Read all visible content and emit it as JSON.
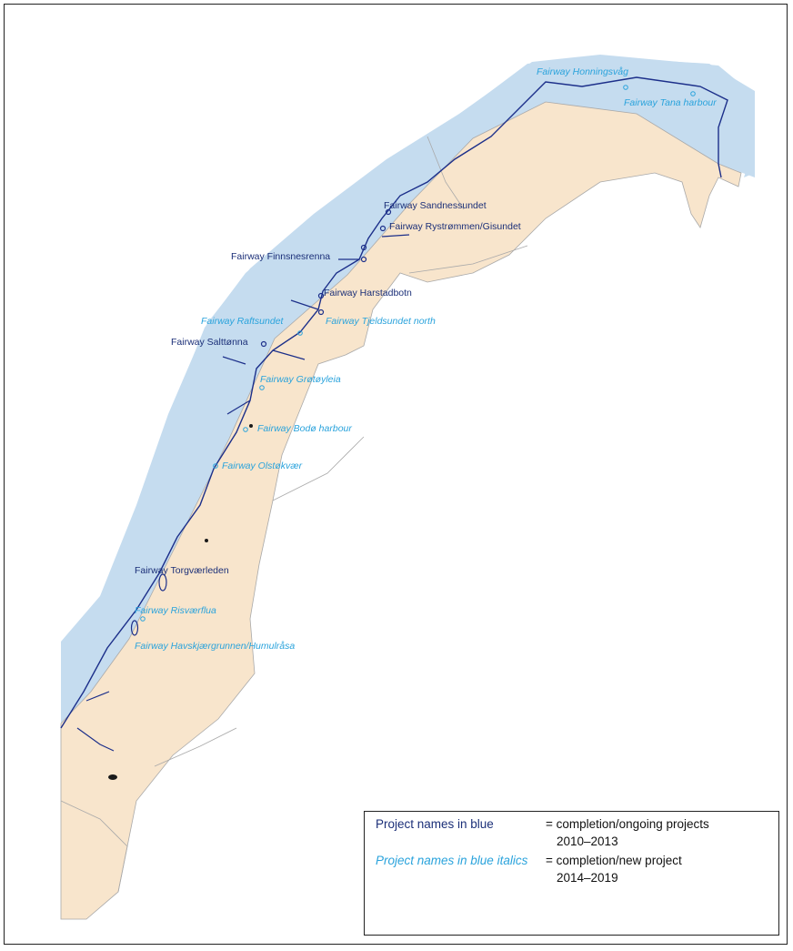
{
  "colors": {
    "sea": "#c5dcef",
    "land": "#f8e5cc",
    "border": "#a9a9a9",
    "fairway": "#1c2f8a",
    "ongoing_label": "#1b2f78",
    "new_label": "#2aa3dc"
  },
  "labels": {
    "honningsvag": "Fairway Honningsvåg",
    "tana": "Fairway Tana harbour",
    "sandnessundet": "Fairway Sandnessundet",
    "rystrommen": "Fairway Rystrømmen/Gisundet",
    "finnsnesrenna": "Fairway Finnsnesrenna",
    "harstadbotn": "Fairway Harstadbotn",
    "raftsundet": "Fairway Raftsundet",
    "tjeldsundet": "Fairway Tjeldsundet north",
    "salttonna": "Fairway Salttønna",
    "grotoyleia": "Fairway Grøtøyleia",
    "bodo": "Fairway Bodø harbour",
    "olstokvaer": "Fairway Olstøkvær",
    "torgvaerleden": "Fairway Torgværleden",
    "risvaerflua": "Fairway Risværflua",
    "havskjaer": "Fairway Havskjærgrunnen/Humulråsa"
  },
  "legend": {
    "ongoing_name": "Project names in blue",
    "ongoing_desc": "= completion/ongoing projects",
    "ongoing_years": "2010–2013",
    "new_name": "Project names in blue italics",
    "new_desc": "= completion/new project",
    "new_years": "2014–2019"
  }
}
